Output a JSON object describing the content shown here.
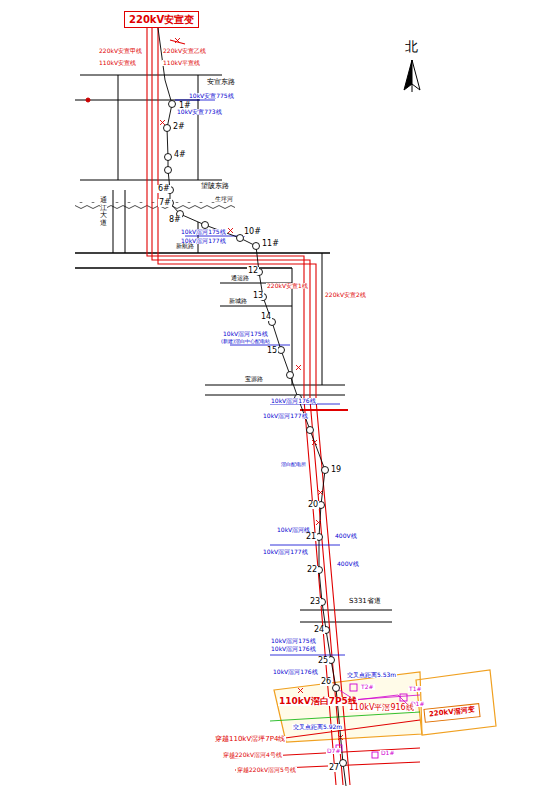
{
  "diagram": {
    "nodes": [
      {
        "text": [
          "220kV安宣变"
        ]
      },
      {
        "text": [
          "220kV滘河变"
        ]
      }
    ],
    "labels": [
      "北",
      "220kV安宣甲线",
      "220kV安宣乙线",
      "110kV安宣线",
      "110kV平宣线",
      "安宣东路",
      "10kV安宣775线",
      "1#",
      "10kV安宣773线",
      "2#",
      "4#",
      "6#",
      "望陂东路",
      "7#",
      "8#",
      "生坪河",
      "通江大道",
      "10kV滘河175线",
      "10kV滘河177线",
      "10#",
      "11#",
      "新航路",
      "12",
      "通运路",
      "13",
      "220kV安宣1线",
      "220kV安宣2线",
      "新城路",
      "14",
      "10kV滘河175线",
      "(新建)滘白中心配电站",
      "15",
      "宝源路",
      "10kV滘河176线",
      "10kV滘河177线",
      "滘白配电所",
      "19",
      "20",
      "10kV滘河线",
      "21",
      "400V线",
      "10kV滘河177线",
      "22",
      "400V线",
      "23",
      "S331省道",
      "24",
      "10kV滘河175线",
      "10kV滘河176线",
      "25",
      "10kV滘河176线",
      "交叉点距离5.53m",
      "26",
      "T2#",
      "T1#",
      "D1#",
      "110kV滘白7P5线",
      "110kV平滘916线",
      "交叉点距离5.92m",
      "穿越110kV滘坪7P4线",
      "D7#",
      "D1#",
      "穿越220kV滘河4号线",
      "27",
      "穿越220kV滘河5号线"
    ]
  }
}
